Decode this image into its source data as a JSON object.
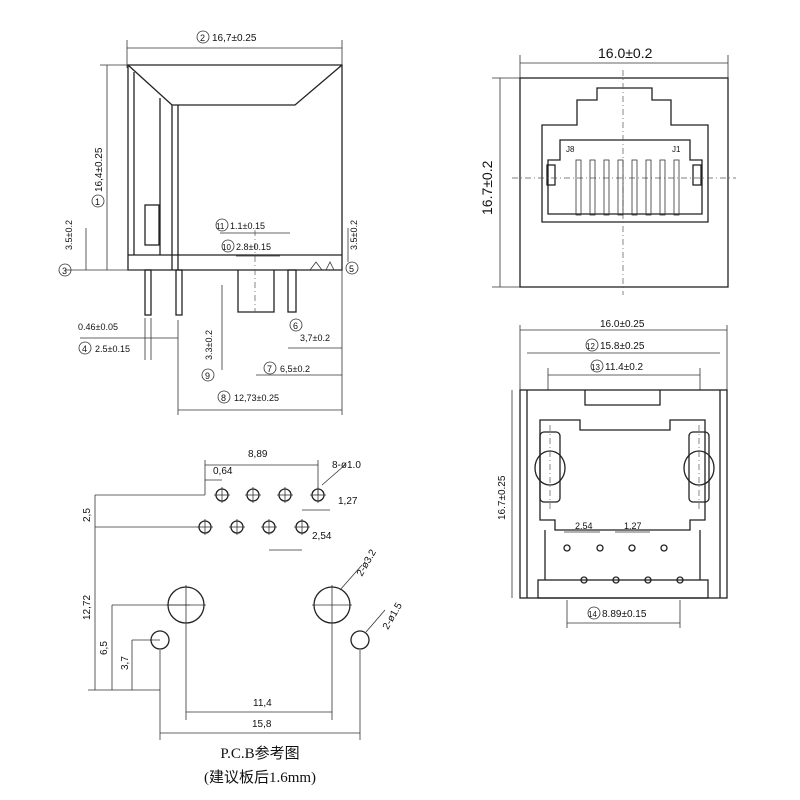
{
  "side_view": {
    "d1": "16,4±0.25",
    "d2": "16,7±0.25",
    "d3": "3.5±0.2",
    "d4": "2.5±0.15",
    "d4b": "0.46±0.05",
    "d5": "3.5±0.2",
    "d6": "3,7±0.2",
    "d7": "6,5±0.2",
    "d8": "12,73±0.25",
    "d9": "3.3±0.2",
    "d10": "2.8±0.15",
    "d11": "1.1±0.15"
  },
  "front_view": {
    "width": "16.0±0.2",
    "height": "16.7±0.2",
    "pin_left": "J8",
    "pin_right": "J1"
  },
  "bottom_view": {
    "d12": "15.8±0.25",
    "d13": "11.4±0.2",
    "d14": "8.89±0.15",
    "width": "16.0±0.25",
    "height": "16.7±0.25",
    "pitch_a": "2.54",
    "pitch_b": "1.27"
  },
  "pcb": {
    "pitch_total": "8,89",
    "offset": "0,64",
    "hole_note": "8-ø1.0",
    "pitch_a": "1,27",
    "pitch_b": "2,54",
    "row_gap": "2,5",
    "height": "12,72",
    "d65": "6,5",
    "d37": "3,7",
    "big_hole": "2-ø3.2",
    "small_hole": "2-ø1.5",
    "w114": "11,4",
    "w158": "15,8",
    "caption_1": "P.C.B参考图",
    "caption_2": "(建议板后1.6mm)"
  }
}
